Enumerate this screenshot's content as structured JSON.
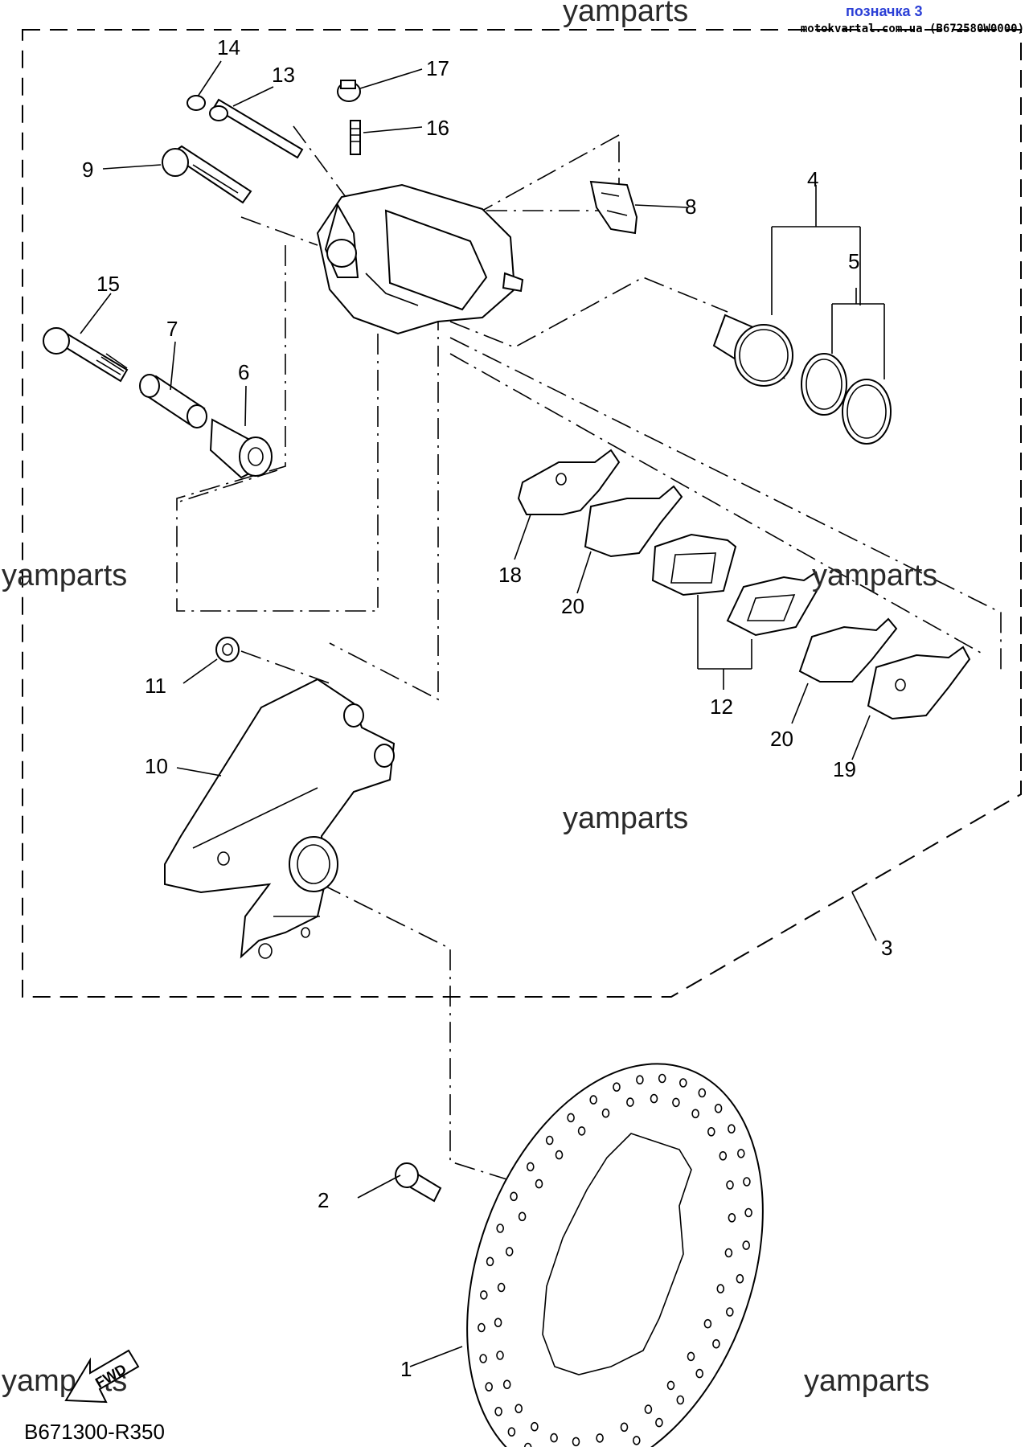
{
  "header": {
    "link_text": "позначка 3",
    "source_line": "motokvartal.com.ua (B672580W0000)"
  },
  "watermark": "yamparts",
  "diagram_code": "B671300-R350",
  "fwd_label": "FWD",
  "callouts": {
    "c1": "1",
    "c2": "2",
    "c3": "3",
    "c4": "4",
    "c5": "5",
    "c6": "6",
    "c7": "7",
    "c8": "8",
    "c9": "9",
    "c10": "10",
    "c11": "11",
    "c12": "12",
    "c13": "13",
    "c14": "14",
    "c15": "15",
    "c16": "16",
    "c17": "17",
    "c18": "18",
    "c19": "19",
    "c20a": "20",
    "c20b": "20"
  }
}
